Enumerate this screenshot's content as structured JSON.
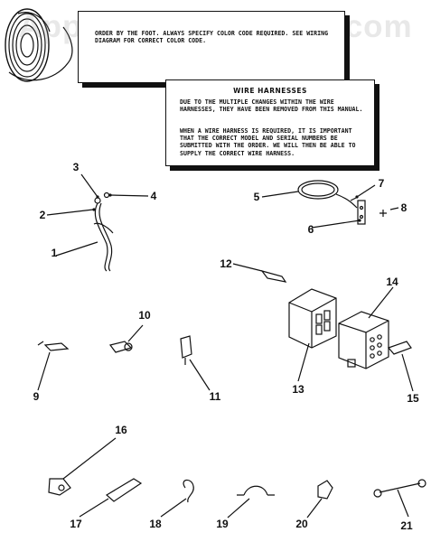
{
  "watermark": "AppliancePartsPros.com",
  "notes": {
    "wire_spool_note": "ORDER BY THE FOOT. ALWAYS SPECIFY COLOR CODE REQUIRED. SEE WIRING DIAGRAM FOR CORRECT COLOR CODE.",
    "harness_title": "WIRE HARNESSES",
    "harness_p1": "DUE TO THE MULTIPLE CHANGES WITHIN THE WIRE HARNESSES, THEY HAVE BEEN REMOVED FROM THIS MANUAL.",
    "harness_p2": "WHEN A WIRE HARNESS IS REQUIRED, IT IS IMPORTANT THAT THE CORRECT MODEL AND SERIAL NUMBERS BE SUBMITTED WITH THE ORDER. WE WILL THEN BE ABLE TO SUPPLY THE CORRECT WIRE HARNESS."
  },
  "callouts": [
    "1",
    "2",
    "3",
    "4",
    "5",
    "6",
    "7",
    "8",
    "9",
    "10",
    "11",
    "12",
    "13",
    "14",
    "15",
    "16",
    "17",
    "18",
    "19",
    "20",
    "21"
  ]
}
